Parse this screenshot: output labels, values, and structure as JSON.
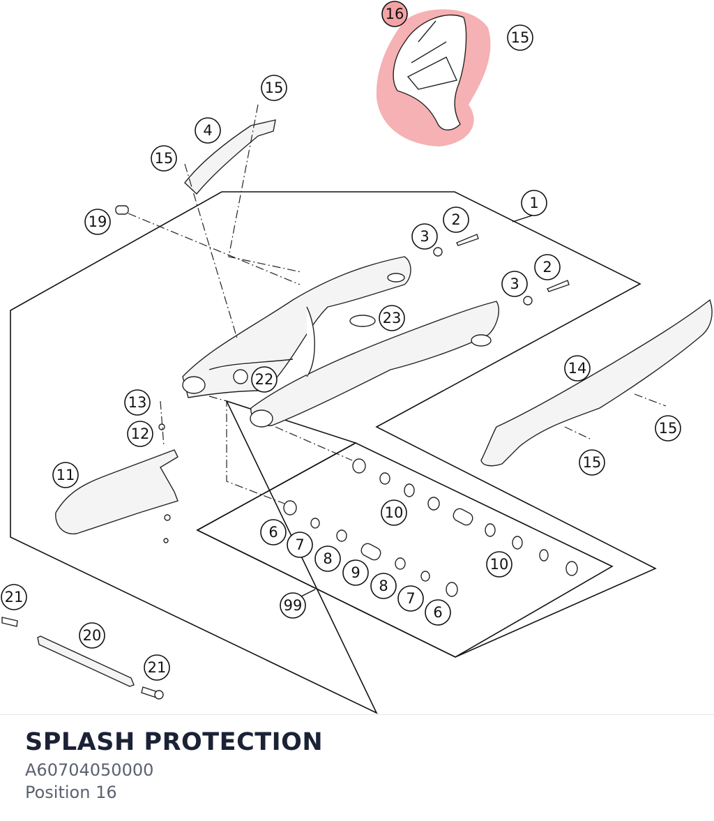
{
  "highlight_color": "#f3a3a6",
  "selected_label": "16",
  "callouts": [
    "16",
    "15",
    "15",
    "4",
    "15",
    "19",
    "1",
    "2",
    "3",
    "2",
    "3",
    "23",
    "22",
    "14",
    "15",
    "15",
    "13",
    "12",
    "11",
    "10",
    "6",
    "7",
    "8",
    "9",
    "8",
    "7",
    "6",
    "10",
    "99",
    "21",
    "20",
    "21"
  ],
  "part": {
    "title": "SPLASH PROTECTION",
    "number": "A60704050000",
    "position": "Position 16"
  }
}
